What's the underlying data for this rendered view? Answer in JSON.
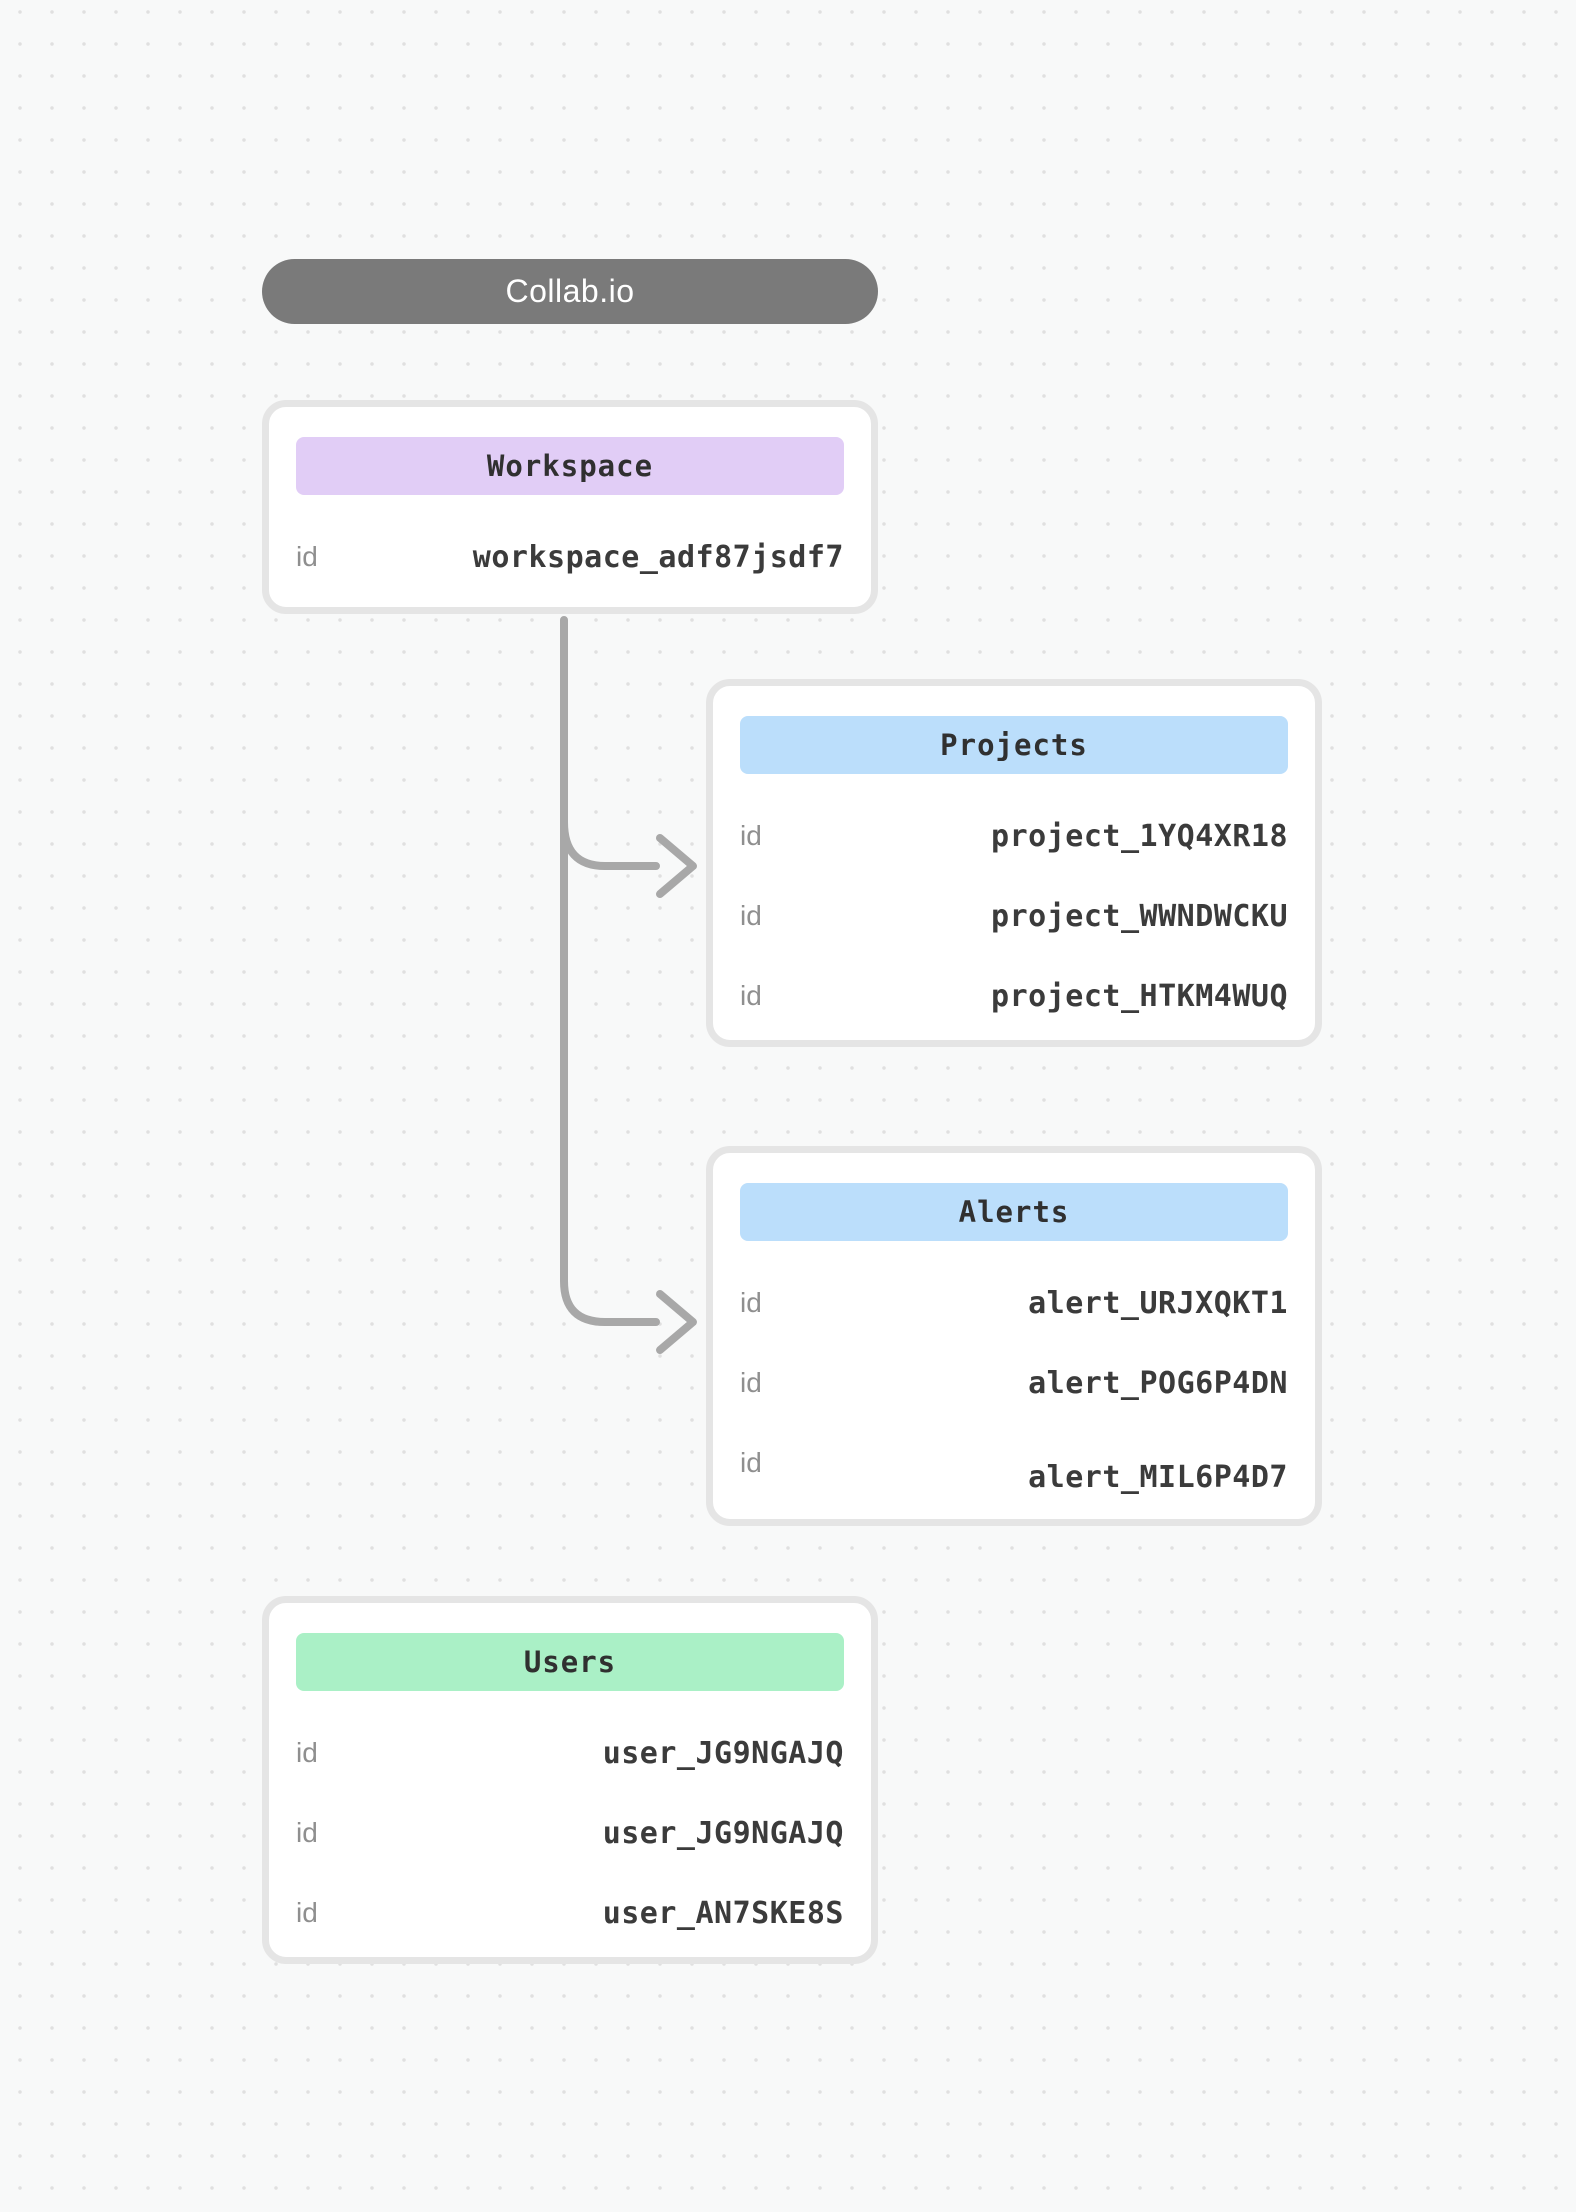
{
  "canvas": {
    "background": "#f8f9f9",
    "dot_color": "#e0e0e0"
  },
  "banner": {
    "label": "Collab.io",
    "background": "#7a7a7a",
    "text_color": "#ffffff"
  },
  "connectors": {
    "color": "#a8a8a8",
    "links": [
      {
        "from": "Workspace",
        "to": "Projects"
      },
      {
        "from": "Workspace",
        "to": "Alerts"
      }
    ]
  },
  "cards": {
    "workspace": {
      "title": "Workspace",
      "header_color": "#e1cdf6",
      "rows": [
        {
          "key": "id",
          "value": "workspace_adf87jsdf7"
        }
      ]
    },
    "projects": {
      "title": "Projects",
      "header_color": "#bbdefb",
      "rows": [
        {
          "key": "id",
          "value": "project_1YQ4XR18"
        },
        {
          "key": "id",
          "value": "project_WWNDWCKU"
        },
        {
          "key": "id",
          "value": "project_HTKM4WUQ"
        }
      ]
    },
    "alerts": {
      "title": "Alerts",
      "header_color": "#bbdefb",
      "rows": [
        {
          "key": "id",
          "value": "alert_URJXQKT1"
        },
        {
          "key": "id",
          "value": "alert_POG6P4DN"
        },
        {
          "key": "id",
          "value": "alert_MIL6P4D7"
        }
      ]
    },
    "users": {
      "title": "Users",
      "header_color": "#aaf0c6",
      "rows": [
        {
          "key": "id",
          "value": "user_JG9NGAJQ"
        },
        {
          "key": "id",
          "value": "user_JG9NGAJQ"
        },
        {
          "key": "id",
          "value": "user_AN7SKE8S"
        }
      ]
    }
  }
}
